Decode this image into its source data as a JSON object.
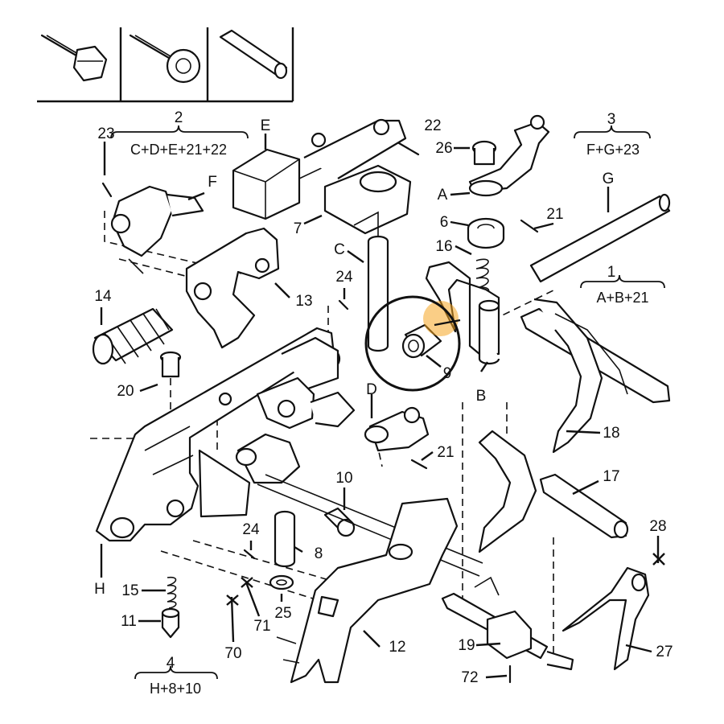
{
  "labels": {
    "l1": "1",
    "l2": "2",
    "l3": "3",
    "l4": "4",
    "l6": "6",
    "l7": "7",
    "l8": "8",
    "l9": "9",
    "l10": "10",
    "l11": "11",
    "l12": "12",
    "l13": "13",
    "l14": "14",
    "l15": "15",
    "l16": "16",
    "l17": "17",
    "l18": "18",
    "l19": "19",
    "l20": "20",
    "l21a": "21",
    "l21b": "21",
    "l22": "22",
    "l23": "23",
    "l24a": "24",
    "l24b": "24",
    "l25": "25",
    "l26": "26",
    "l27": "27",
    "l28": "28",
    "l70": "70",
    "l71": "71",
    "l72": "72",
    "lA": "A",
    "lB": "B",
    "lC": "C",
    "lD": "D",
    "lE": "E",
    "lF": "F",
    "lG": "G",
    "lH": "H"
  },
  "groups": {
    "g1": "A+B+21",
    "g2": "C+D+E+21+22",
    "g3": "F+G+23",
    "g4": "H+8+10"
  },
  "colors": {
    "line": "#111111",
    "highlight": "#f5a623"
  }
}
